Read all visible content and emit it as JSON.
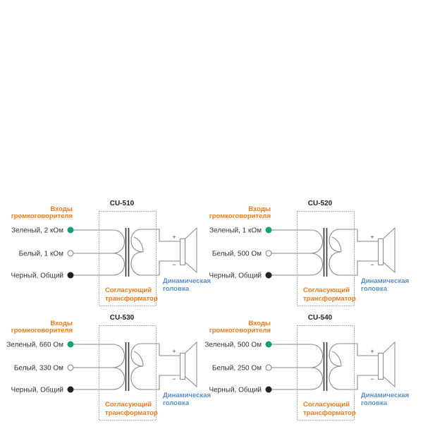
{
  "colors": {
    "green_terminal": "#16a07a",
    "white_terminal": "#ffffff",
    "black_terminal": "#222222",
    "inputs_label": "#f07a1a",
    "transformer_label": "#f07a1a",
    "speaker_label": "#5b8fc9"
  },
  "labels": {
    "inputs_line1": "Входы",
    "inputs_line2": "громкоговорителя",
    "transformer_line1": "Согласующий",
    "transformer_line2": "трансформатор",
    "speaker_line1": "Динамическая",
    "speaker_line2": "головка",
    "plus": "+",
    "minus": "−"
  },
  "diagrams": [
    {
      "model": "CU-510",
      "terminals": [
        {
          "color": "green",
          "label": "Зеленый, 2 кОм"
        },
        {
          "color": "white",
          "label": "Белый, 1 кОм"
        },
        {
          "color": "black",
          "label": "Черный, Общий"
        }
      ]
    },
    {
      "model": "CU-520",
      "terminals": [
        {
          "color": "green",
          "label": "Зеленый, 1 кОм"
        },
        {
          "color": "white",
          "label": "Белый, 500 Ом"
        },
        {
          "color": "black",
          "label": "Черный, Общий"
        }
      ]
    },
    {
      "model": "CU-530",
      "terminals": [
        {
          "color": "green",
          "label": "Зеленый, 660 Ом"
        },
        {
          "color": "white",
          "label": "Белый, 330 Ом"
        },
        {
          "color": "black",
          "label": "Черный, Общий"
        }
      ]
    },
    {
      "model": "CU-540",
      "terminals": [
        {
          "color": "green",
          "label": "Зеленый, 500 Ом"
        },
        {
          "color": "white",
          "label": "Белый, 250 Ом"
        },
        {
          "color": "black",
          "label": "Черный, Общий"
        }
      ]
    }
  ]
}
